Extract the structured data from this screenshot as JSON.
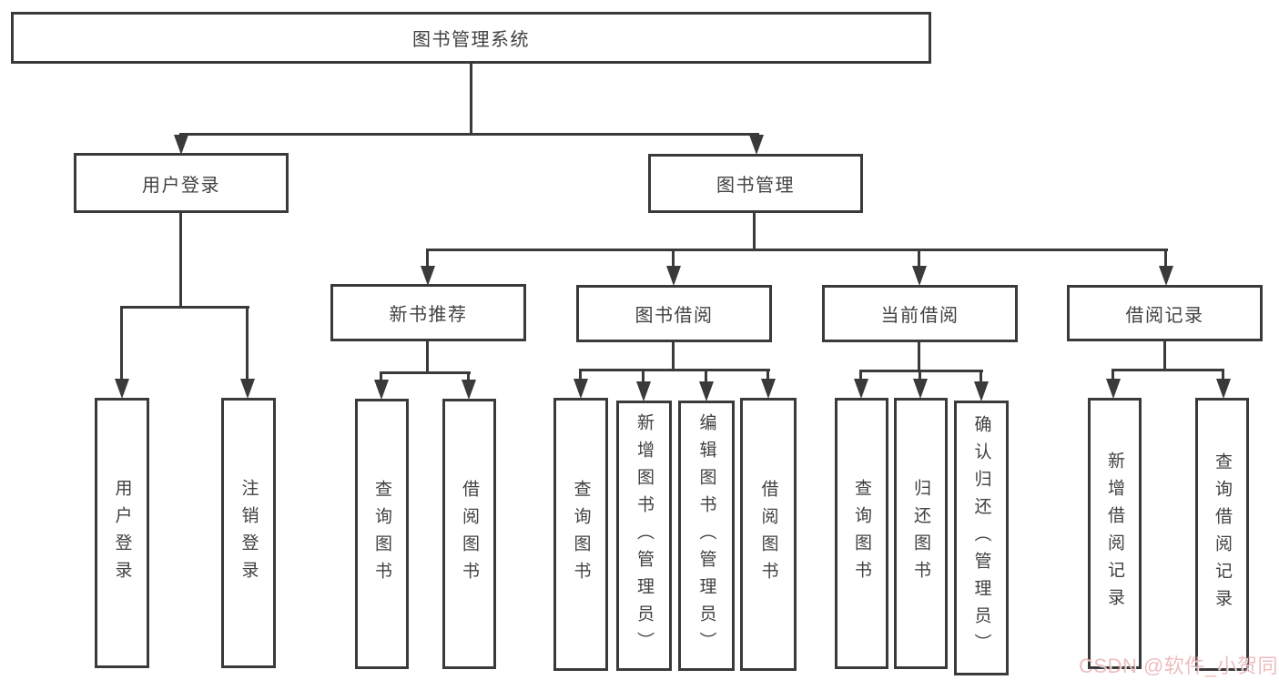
{
  "nodes": {
    "root": "图书管理系统",
    "user_login": "用户登录",
    "book_mgmt": "图书管理",
    "new_books": "新书推荐",
    "book_borrow": "图书借阅",
    "current_borrow": "当前借阅",
    "borrow_records": "借阅记录",
    "user_login_leaf": "用户登录",
    "logout_leaf": "注销登录",
    "nb_query_books": "查询图书",
    "nb_borrow_books": "借阅图书",
    "bb_query_books": "查询图书",
    "bb_add_books": "新增图书（管理员）",
    "bb_edit_books": "编辑图书（管理员）",
    "bb_borrow_books": "借阅图书",
    "cb_query_books": "查询图书",
    "cb_return_books": "归还图书",
    "cb_confirm_return": "确认归还（管理员）",
    "br_add_record": "新增借阅记录",
    "br_query_record": "查询借阅记录"
  },
  "watermark": {
    "text": "CSDN @软件_小贺同学",
    "color": "#e09698"
  },
  "colors": {
    "line": "#3a3a3a",
    "text": "#414141",
    "background": "#ffffff"
  }
}
